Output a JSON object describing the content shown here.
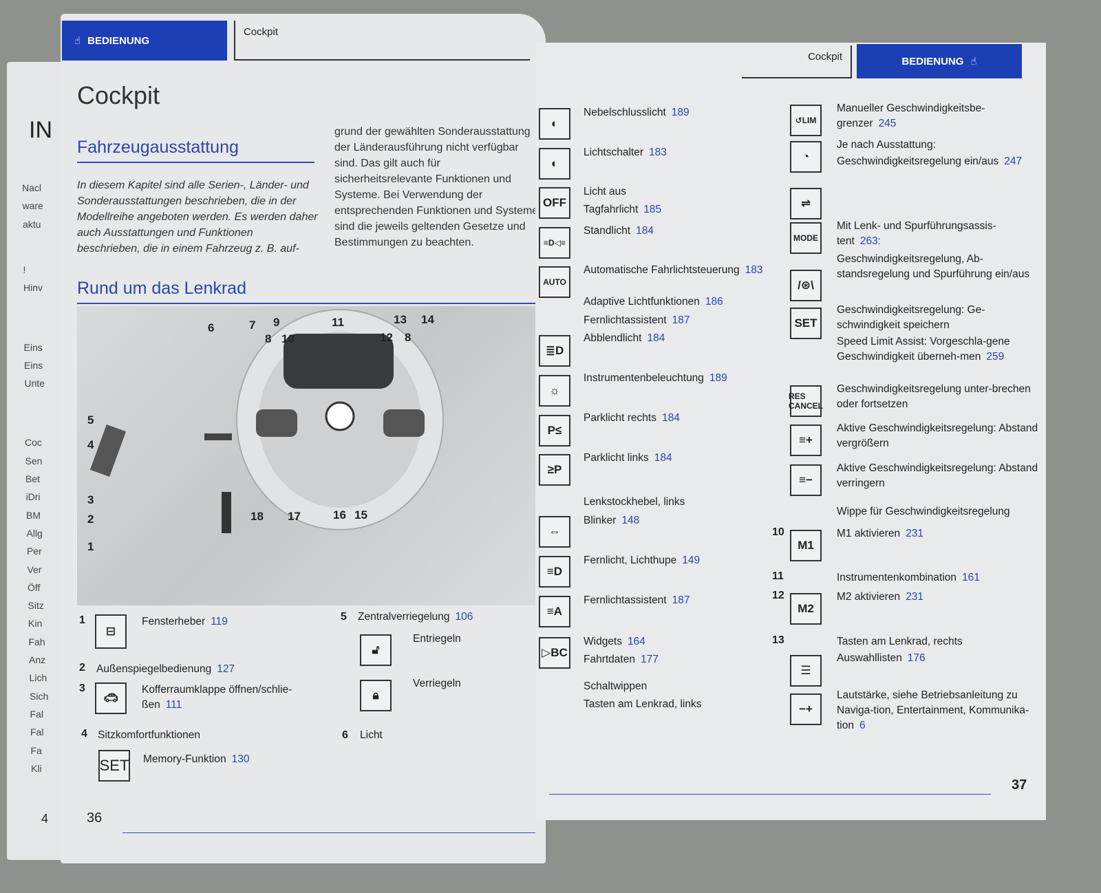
{
  "left_page": {
    "tab_section": "BEDIENUNG",
    "tab_title": "Cockpit",
    "title": "Cockpit",
    "section1": "Fahrzeugausstattung",
    "intro_col1": "In diesem Kapitel sind alle Serien-, Länder- und Sonderausstattungen beschrieben, die in der Modellreihe angeboten werden. Es werden daher auch Ausstattungen und Funktionen beschrieben, die in einem Fahrzeug z. B. auf-",
    "intro_col2": "grund der gewählten Sonderausstattung der Länderausführung nicht verfügbar sind. Das gilt auch für sicherheitsrelevante Funktionen und Systeme. Bei Verwendung der entsprechenden Funktionen und Systeme sind die jeweils geltenden Gesetze und Bestimmungen zu beachten.",
    "section2": "Rund um das Lenkrad",
    "callouts": [
      "1",
      "2",
      "3",
      "4",
      "5",
      "6",
      "7",
      "8",
      "9",
      "10",
      "11",
      "12",
      "8",
      "13",
      "14",
      "15",
      "16",
      "17",
      "18"
    ],
    "legend": [
      {
        "num": "1",
        "label": "Fensterheber",
        "page": "119",
        "icon": "window-lift-icon"
      },
      {
        "num": "2",
        "label": "Außenspiegelbedienung",
        "page": "127"
      },
      {
        "num": "3",
        "label": "Kofferraumklappe öffnen/schlie-ßen",
        "page": "111",
        "icon": "trunk-icon"
      },
      {
        "num": "4",
        "label": "Sitzkomfortfunktionen"
      },
      {
        "label": "Memory-Funktion",
        "page": "130",
        "icon_text": "SET"
      },
      {
        "num": "5",
        "label": "Zentralverriegelung",
        "page": "106"
      },
      {
        "label": "Entriegeln",
        "icon": "unlock-icon"
      },
      {
        "label": "Verriegeln",
        "icon": "lock-icon"
      },
      {
        "num": "6",
        "label": "Licht"
      }
    ],
    "page_number": "36",
    "under_page": {
      "letters": "IN",
      "lines": [
        "Nacl",
        "ware",
        "aktu",
        "!",
        "Hinv",
        "Eins",
        "Eins",
        "Unte",
        "Coc",
        "Sen",
        "Bet",
        "iDri",
        "BM",
        "Allg",
        "Per",
        "Ver",
        "Öff",
        "Sitz",
        "Kin",
        "Fah",
        "Anz",
        "Lich",
        "Sich",
        "Fal",
        "Fal",
        "Fa",
        "Kli"
      ],
      "page": "4"
    }
  },
  "right_page": {
    "tab_title": "Cockpit",
    "tab_section": "BEDIENUNG",
    "col1": [
      {
        "icon_text": "",
        "icon": "rear-fog-light-icon",
        "label": "Nebelschlusslicht",
        "page": "189"
      },
      {
        "icon": "light-switch-icon",
        "label": "Lichtschalter",
        "page": "183"
      },
      {
        "icon_text": "OFF",
        "label": "Licht aus"
      },
      {
        "label": "Tagfahrlicht",
        "page": "185"
      },
      {
        "icon": "parking-light-icon",
        "icon_text": "≡D◁≡",
        "label": "Standlicht",
        "page": "184"
      },
      {
        "icon_text": "AUTO",
        "label": "Automatische Fahrlichtsteuerung",
        "page": "183"
      },
      {
        "label": "Adaptive Lichtfunktionen",
        "page": "186"
      },
      {
        "label": "Fernlichtassistent",
        "page": "187"
      },
      {
        "icon": "low-beam-icon",
        "icon_text": "≣D",
        "label": "Abblendlicht",
        "page": "184"
      },
      {
        "icon": "instrument-lighting-icon",
        "icon_text": "☼",
        "label": "Instrumentenbeleuchtung",
        "page": "189"
      },
      {
        "icon_text": "P≤",
        "label": "Parklicht rechts",
        "page": "184"
      },
      {
        "icon_text": "≥P",
        "label": "Parklicht links",
        "page": "184"
      },
      {
        "label": "Lenkstockhebel, links"
      },
      {
        "icon": "turn-signal-icon",
        "icon_text": "⇔",
        "label": "Blinker",
        "page": "148"
      },
      {
        "icon": "high-beam-icon",
        "icon_text": "≡D",
        "label": "Fernlicht, Lichthupe",
        "page": "149"
      },
      {
        "icon": "high-beam-assist-icon",
        "icon_text": "≡A",
        "label": "Fernlichtassistent",
        "page": "187"
      },
      {
        "icon_text": "▷BC",
        "label": "Widgets",
        "page": "164"
      },
      {
        "label": "Fahrtdaten",
        "page": "177"
      },
      {
        "label": "Schaltwippen"
      },
      {
        "label": "Tasten am Lenkrad, links"
      }
    ],
    "col2": [
      {
        "icon_text": "↺LIM",
        "label": "Manueller Geschwindigkeitsbe-grenzer",
        "page": "245"
      },
      {
        "icon_text": "◔",
        "label": "Je nach Ausstattung:"
      },
      {
        "label": "Geschwindigkeitsregelung ein/aus",
        "page": "247"
      },
      {
        "icon_text": "⇌",
        "label": ""
      },
      {
        "icon_text": "MODE",
        "label": "Mit Lenk- und Spurführungsassis-tent",
        "page": "263:"
      },
      {
        "icon_text": "/⊛\\",
        "label": "Geschwindigkeitsregelung, Ab-standsregelung und Spurführung ein/aus"
      },
      {
        "icon_text": "SET",
        "label": "Geschwindigkeitsregelung: Ge-schwindigkeit speichern"
      },
      {
        "label": "Speed Limit Assist: Vorgeschla-gene Geschwindigkeit überneh-men",
        "page": "259"
      },
      {
        "icon_text": "RES CANCEL",
        "label": "Geschwindigkeitsregelung unter-brechen oder fortsetzen"
      },
      {
        "icon_text": "≡+",
        "label": "Aktive Geschwindigkeitsregelung: Abstand vergrößern"
      },
      {
        "icon_text": "≡−",
        "label": "Aktive Geschwindigkeitsregelung: Abstand verringern"
      },
      {
        "label": "Wippe für Geschwindigkeitsregelung"
      },
      {
        "num": "10",
        "icon_text": "M1",
        "label": "M1 aktivieren",
        "page": "231"
      },
      {
        "num": "11",
        "label": "Instrumentenkombination",
        "page": "161"
      },
      {
        "num": "12",
        "icon_text": "M2",
        "label": "M2 aktivieren",
        "page": "231"
      },
      {
        "num": "13",
        "label": "Tasten am Lenkrad, rechts"
      },
      {
        "icon_text": "☰",
        "label": "Auswahllisten",
        "page": "176"
      },
      {
        "icon_text": "−+",
        "label": "Lautstärke, siehe Betriebsanleitung zu Naviga-tion, Entertainment, Kommunika-tion",
        "page": "6"
      }
    ],
    "page_number": "37"
  },
  "colors": {
    "accent": "#1d3fb5",
    "page_ref": "#2c46a8"
  }
}
